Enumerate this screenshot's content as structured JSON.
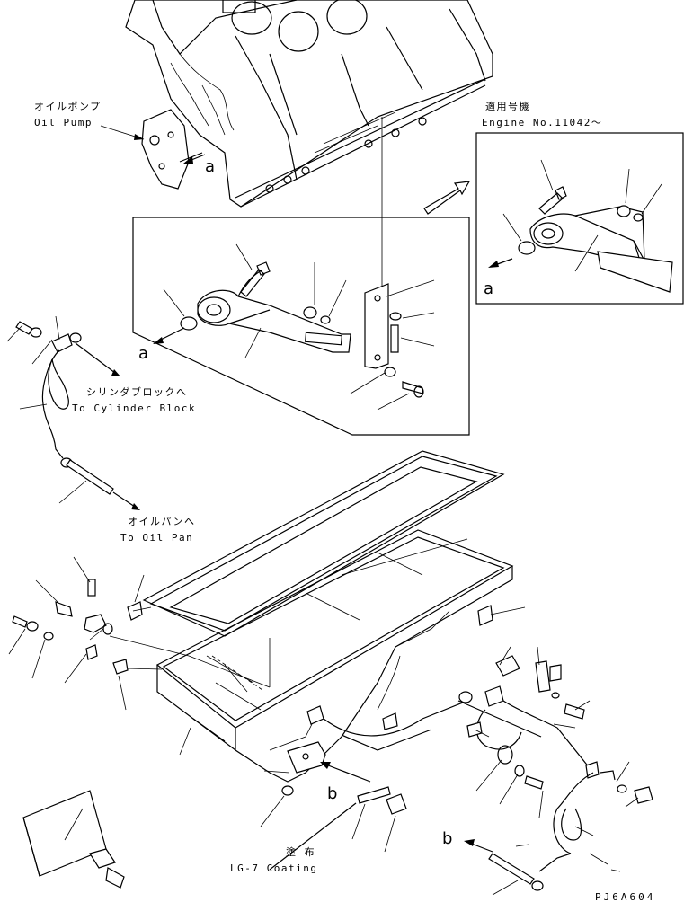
{
  "labels": {
    "oil_pump_jp": "オイルポンプ",
    "oil_pump_en": "Oil Pump",
    "applicable_jp": "適用号機",
    "engine_no": "Engine No.11042～",
    "to_cylinder_jp": "シリンダブロックへ",
    "to_cylinder_en": "To Cylinder Block",
    "to_oil_pan_jp": "オイルパンへ",
    "to_oil_pan_en": "To Oil Pan",
    "coating_jp": "塗 布",
    "coating_en": "LG-7 Coating",
    "ref_a": "a",
    "ref_b": "b",
    "drawing_code": "PJ6A604"
  }
}
